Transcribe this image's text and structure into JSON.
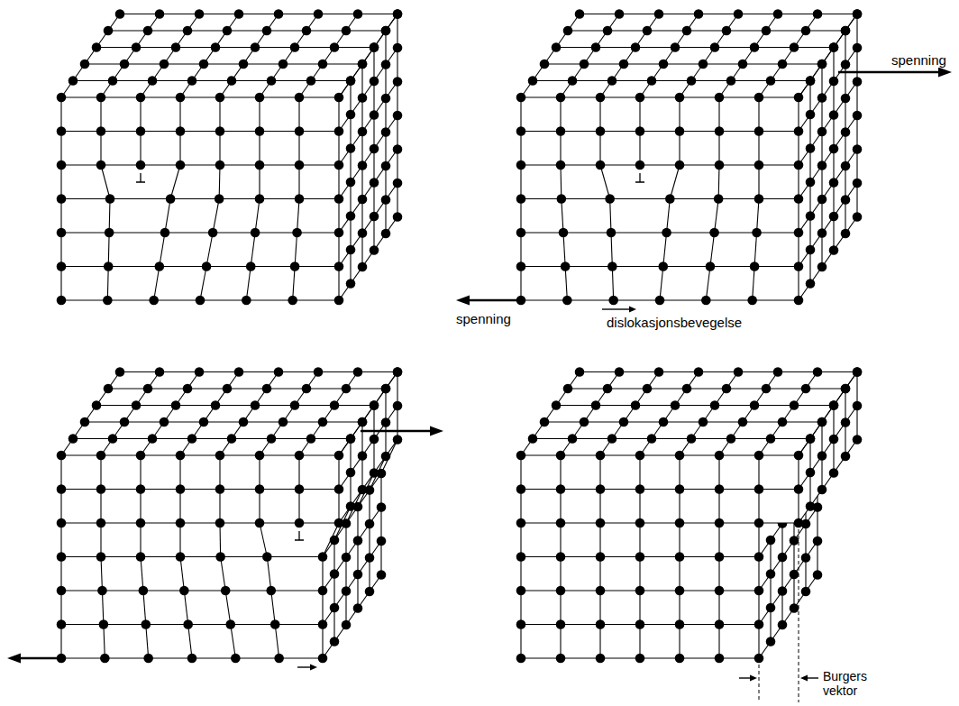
{
  "diagram": {
    "labels": [
      "spenning",
      "spenning",
      "dislokasjonsbevegelse",
      "Burgers vektor"
    ]
  }
}
